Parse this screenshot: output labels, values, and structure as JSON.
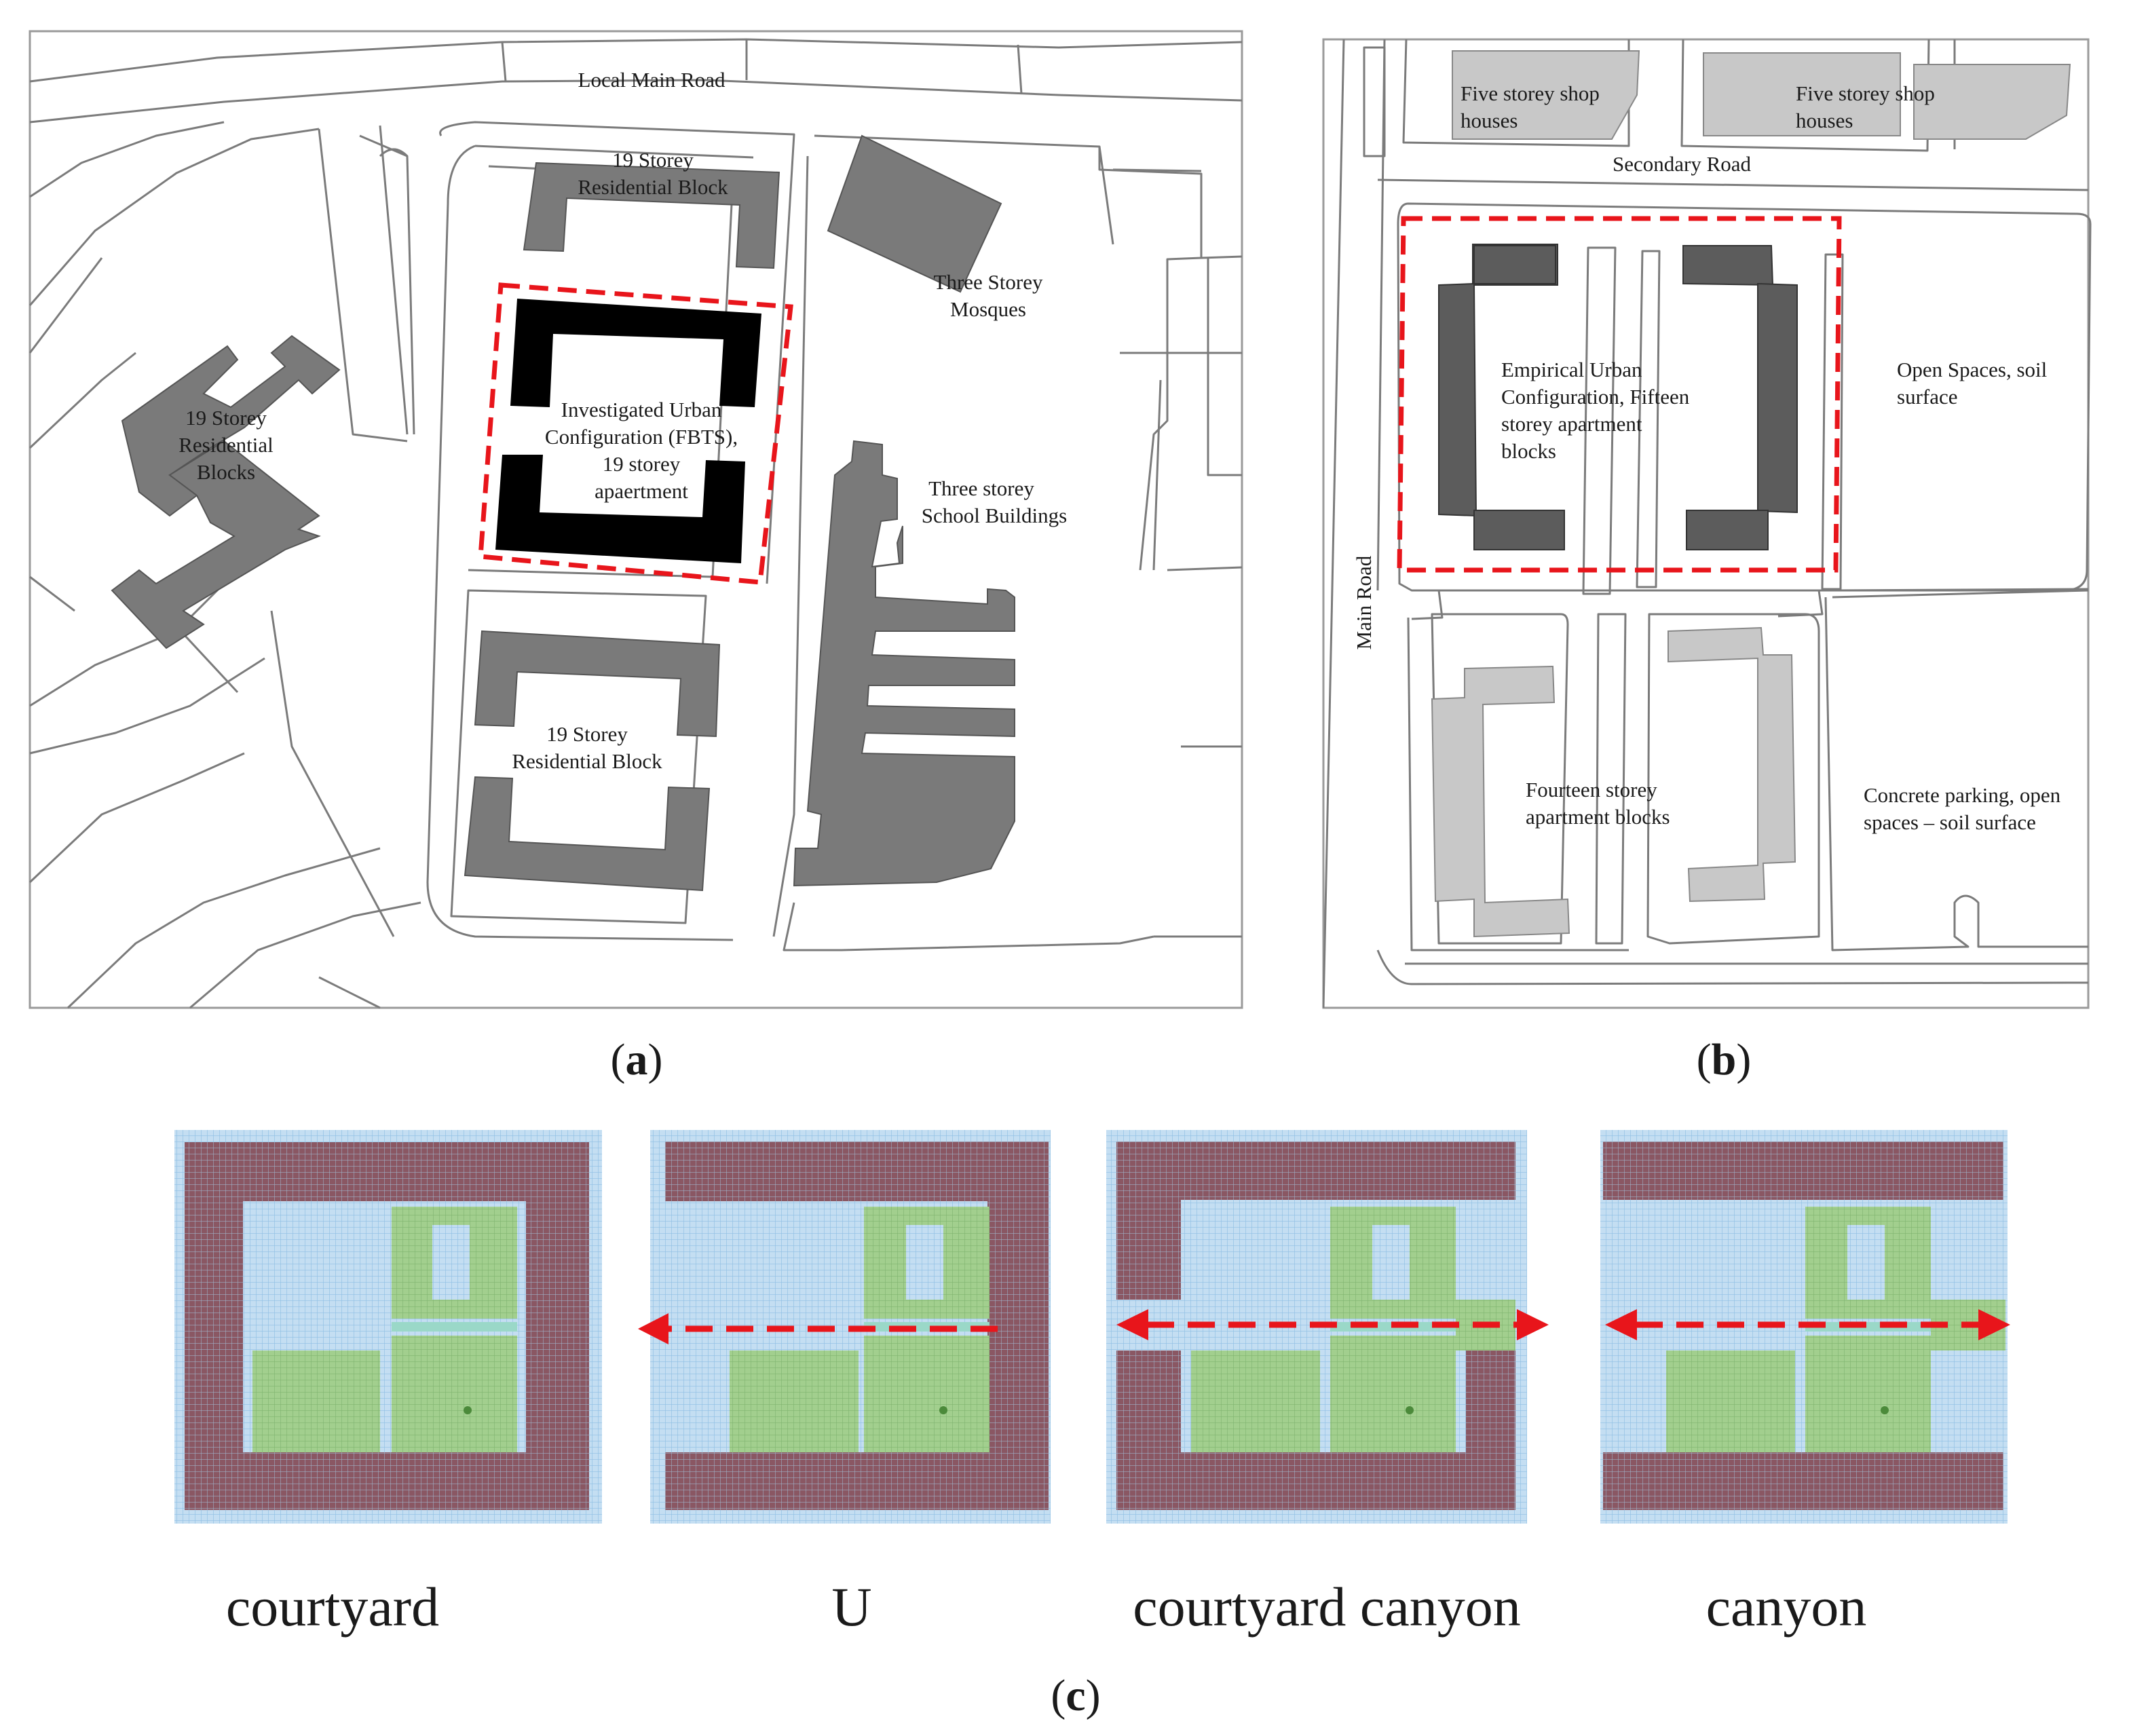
{
  "panel_a": {
    "caption_letter": "a",
    "labels": {
      "local_main_road": "Local Main Road",
      "block_top_l1": "19 Storey",
      "block_top_l2": "Residential Block",
      "mosque_l1": "Three Storey",
      "mosque_l2": "Mosques",
      "left_blocks_l1": "19 Storey",
      "left_blocks_l2": "Residential",
      "left_blocks_l3": "Blocks",
      "fbts_l1": "Investigated Urban",
      "fbts_l2": "Configuration (FBTS),",
      "fbts_l3": "19 storey",
      "fbts_l4": "apaertment",
      "school_l1": "Three storey",
      "school_l2": "School Buildings",
      "block_bottom_l1": "19 Storey",
      "block_bottom_l2": "Residential Block"
    }
  },
  "panel_b": {
    "caption_letter": "b",
    "labels": {
      "shop1_l1": "Five storey shop",
      "shop1_l2": "houses",
      "shop2_l1": "Five storey shop",
      "shop2_l2": "houses",
      "secondary_road": "Secondary Road",
      "empirical_l1": "Empirical Urban",
      "empirical_l2": "Configuration, Fifteen",
      "empirical_l3": "storey apartment",
      "empirical_l4": "blocks",
      "open_l1": "Open Spaces, soil",
      "open_l2": "surface",
      "main_road": "Main Road",
      "fourteen_l1": "Fourteen storey",
      "fourteen_l2": "apartment blocks",
      "parking_l1": "Concrete parking, open",
      "parking_l2": "spaces – soil surface"
    }
  },
  "panel_c": {
    "caption_letter": "c",
    "configurations": [
      "courtyard",
      "U",
      "courtyard canyon",
      "canyon"
    ]
  },
  "colors": {
    "building_gray": "#7a7a7a",
    "building_black": "#000000",
    "building_dark": "#5c5c5c",
    "building_light": "#c8c8c8",
    "highlight_red": "#e8151b",
    "model_building": "#8a5a66",
    "model_ground": "#b8d6ee",
    "model_green": "#9ccc8a"
  }
}
